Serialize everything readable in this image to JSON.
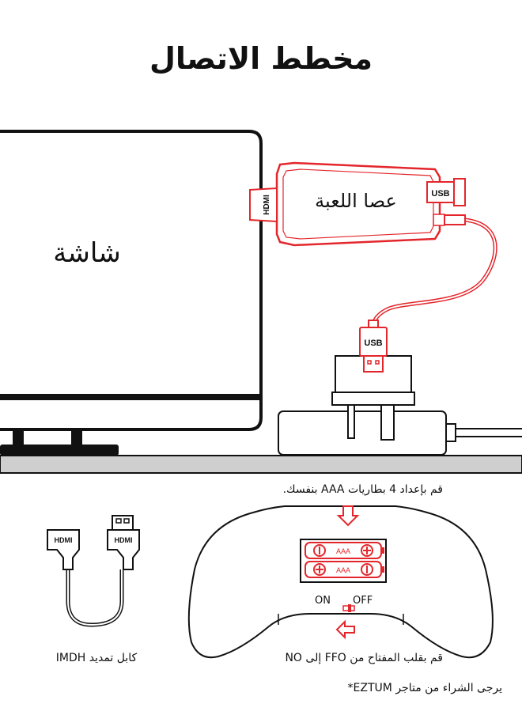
{
  "title": "مخطط الاتصال",
  "screen_label": "شاشة",
  "stick_label": "عصا اللعبة",
  "hdmi_text": "HDMI",
  "usb_text": "USB",
  "aaa_text": "AAA",
  "battery_note": "قم بإعداد 4 بطاريات AAA بنفسك.",
  "switch_on": "ON",
  "switch_off": "OFF",
  "switch_note": "قم بقلب المفتاح من FFO إلى NO",
  "cable_note": "كابل تمديد IMDH",
  "buy_note": "يرجى الشراء من متاجر EZTUM*",
  "colors": {
    "accent": "#e3262b",
    "line": "#111111",
    "floor": "#cfcfcf"
  }
}
